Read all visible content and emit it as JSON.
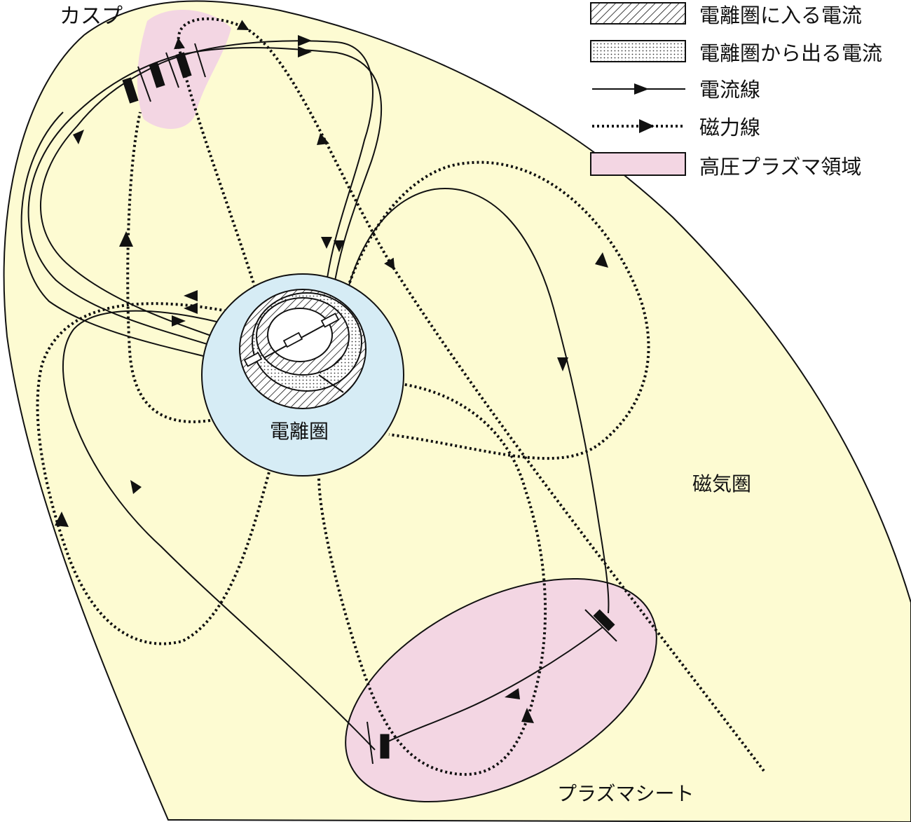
{
  "colors": {
    "magnetosphere": "#fdfbd2",
    "ionosphere": "#d6ecf5",
    "high_pressure": "#f3d6e3",
    "line": "#111111"
  },
  "labels": {
    "cusp": "カスプ",
    "ionosphere": "電離圏",
    "magnetosphere": "磁気圏",
    "plasma_sheet": "プラズマシート"
  },
  "legend": {
    "items": [
      {
        "key": "current-in",
        "label": "電離圏に入る電流",
        "swatch": "hatch"
      },
      {
        "key": "current-out",
        "label": "電離圏から出る電流",
        "swatch": "dots"
      },
      {
        "key": "current-line",
        "label": "電流線",
        "swatch": "solid-arrow"
      },
      {
        "key": "field-line",
        "label": "磁力線",
        "swatch": "dotted-arrow"
      },
      {
        "key": "high-pressure",
        "label": "高圧プラズマ領域",
        "swatch": "pink"
      }
    ]
  }
}
